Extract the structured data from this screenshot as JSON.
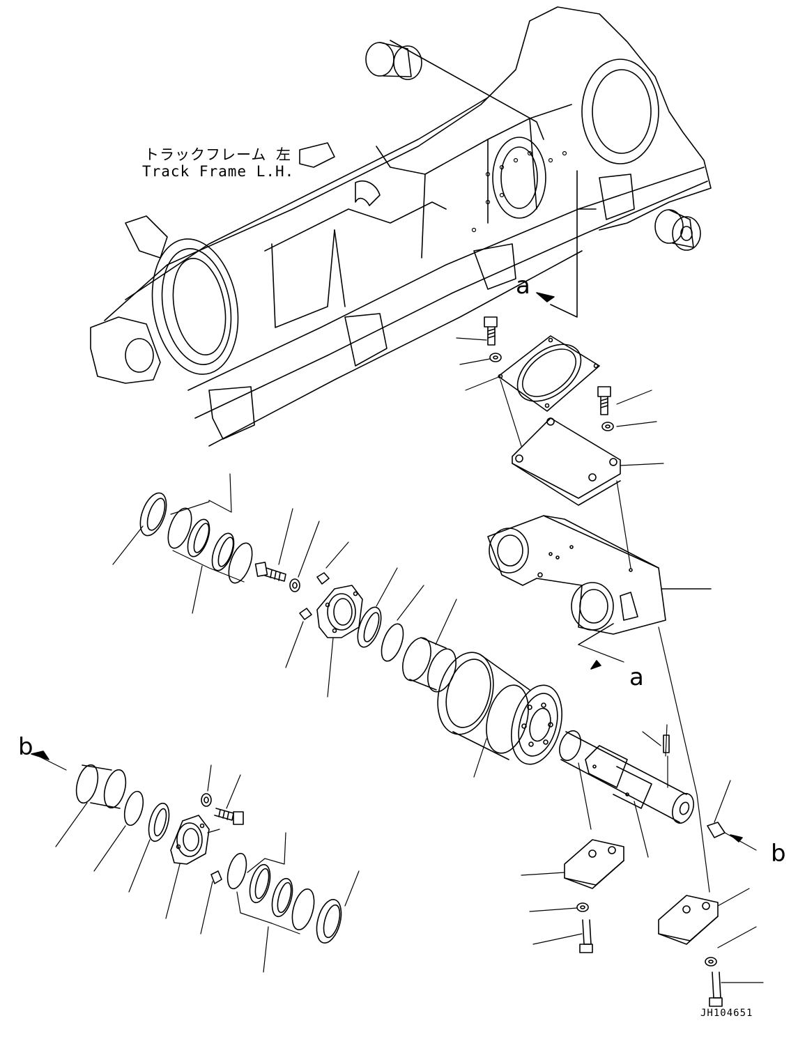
{
  "diagram": {
    "title_jp": "トラックフレーム 左",
    "title_en": "Track Frame L.H.",
    "callouts": [
      "a",
      "a",
      "b",
      "b"
    ],
    "drawing_code": "JH104651"
  },
  "colors": {
    "ink": "#000000",
    "paper": "#ffffff"
  }
}
